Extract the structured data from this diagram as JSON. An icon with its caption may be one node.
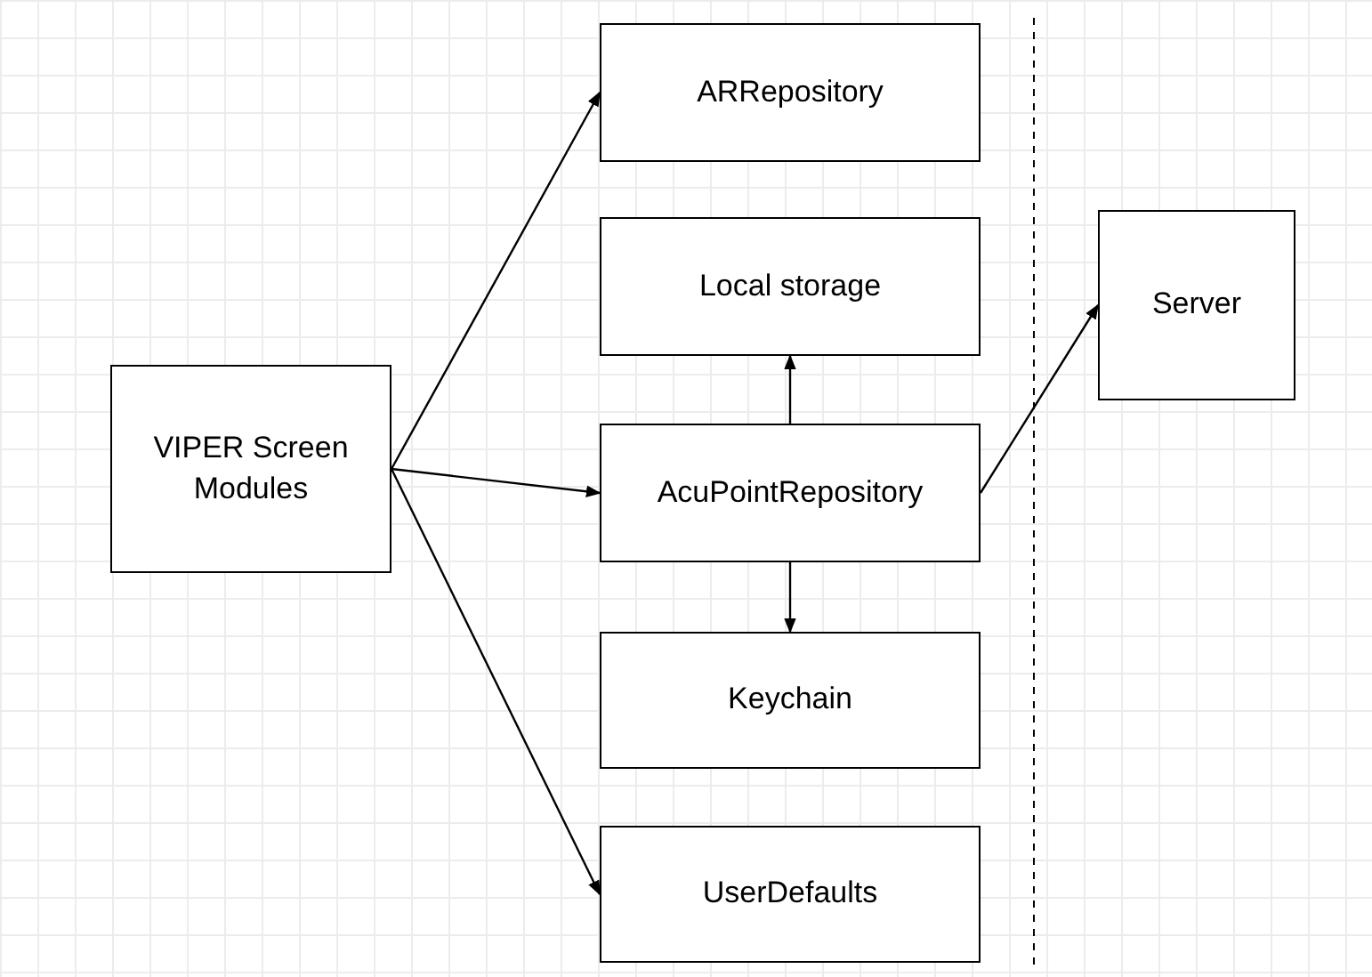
{
  "diagram": {
    "nodes": [
      {
        "text": [
          "VIPER Screen Modules"
        ]
      },
      {
        "text": [
          "ARRepository"
        ]
      },
      {
        "text": [
          "Local storage"
        ]
      },
      {
        "text": [
          "AcuPointRepository"
        ]
      },
      {
        "text": [
          "Keychain"
        ]
      },
      {
        "text": [
          "UserDefaults"
        ]
      },
      {
        "text": [
          "Server"
        ]
      }
    ],
    "edges": [
      {
        "from": 0,
        "to": 1,
        "arrow": "to"
      },
      {
        "from": 0,
        "to": 3,
        "arrow": "to"
      },
      {
        "from": 0,
        "to": 5,
        "arrow": "to"
      },
      {
        "from": 3,
        "to": 2,
        "arrow": "to"
      },
      {
        "from": 3,
        "to": 4,
        "arrow": "to"
      },
      {
        "from": 3,
        "to": 6,
        "arrow": "to"
      }
    ]
  }
}
